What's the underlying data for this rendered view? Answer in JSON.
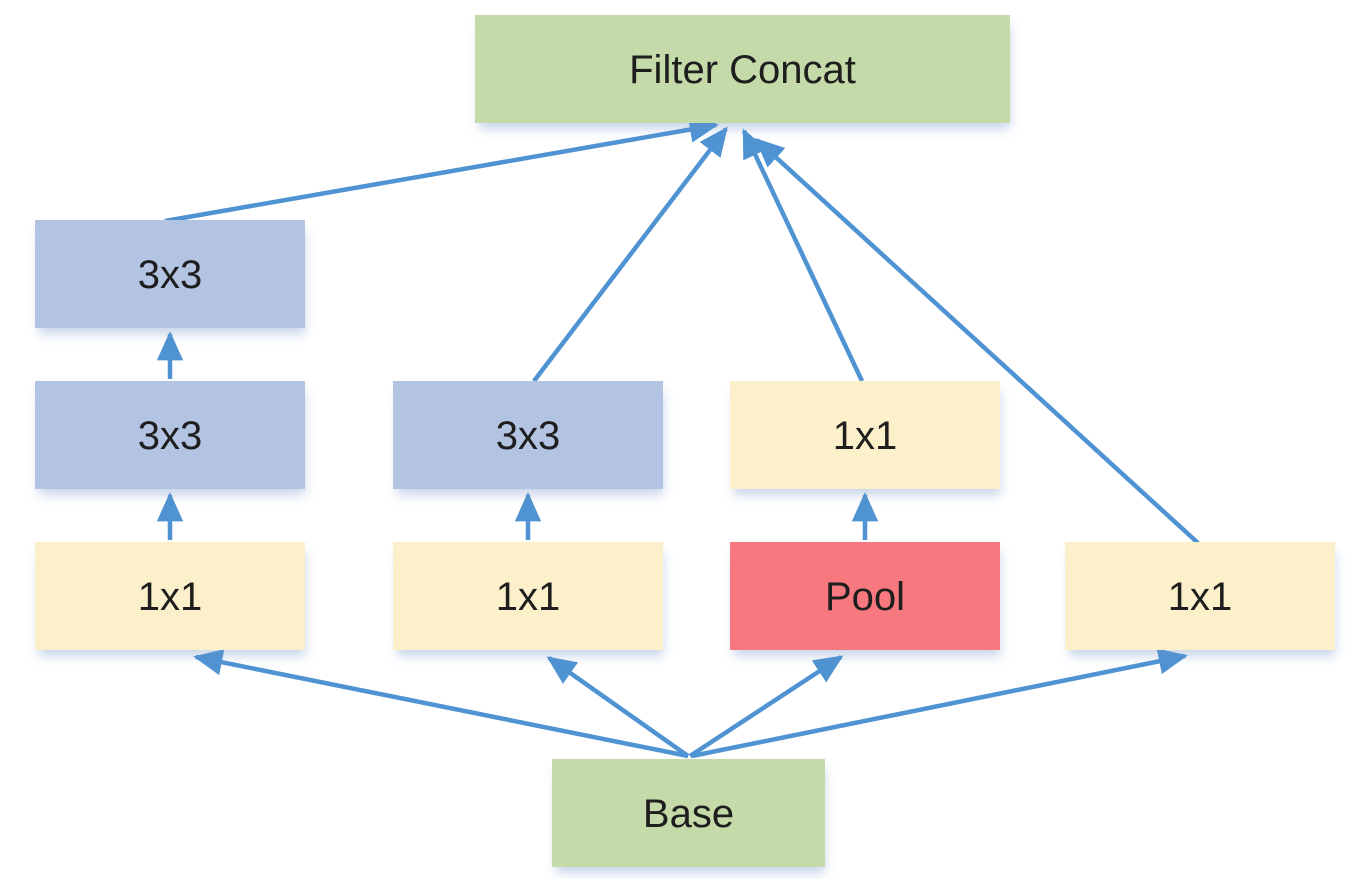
{
  "diagram": {
    "nodes": {
      "filter_concat": {
        "label": "Filter Concat",
        "color": "#c5daa9"
      },
      "branch1_3x3_top": {
        "label": "3x3",
        "color": "#b3c4e3"
      },
      "branch1_3x3_mid": {
        "label": "3x3",
        "color": "#b3c4e3"
      },
      "branch1_1x1": {
        "label": "1x1",
        "color": "#fcf0cb"
      },
      "branch2_3x3": {
        "label": "3x3",
        "color": "#b3c4e3"
      },
      "branch2_1x1": {
        "label": "1x1",
        "color": "#fcf0cb"
      },
      "branch3_1x1": {
        "label": "1x1",
        "color": "#fcf0cb"
      },
      "branch3_pool": {
        "label": "Pool",
        "color": "#f8787f"
      },
      "branch4_1x1": {
        "label": "1x1",
        "color": "#fcf0cb"
      },
      "base": {
        "label": "Base",
        "color": "#c5daa9"
      }
    },
    "edges": [
      {
        "from": "base",
        "to": "branch1_1x1"
      },
      {
        "from": "base",
        "to": "branch2_1x1"
      },
      {
        "from": "base",
        "to": "branch3_pool"
      },
      {
        "from": "base",
        "to": "branch4_1x1"
      },
      {
        "from": "branch1_1x1",
        "to": "branch1_3x3_mid"
      },
      {
        "from": "branch1_3x3_mid",
        "to": "branch1_3x3_top"
      },
      {
        "from": "branch2_1x1",
        "to": "branch2_3x3"
      },
      {
        "from": "branch3_pool",
        "to": "branch3_1x1"
      },
      {
        "from": "branch1_3x3_top",
        "to": "filter_concat"
      },
      {
        "from": "branch2_3x3",
        "to": "filter_concat"
      },
      {
        "from": "branch3_1x1",
        "to": "filter_concat"
      },
      {
        "from": "branch4_1x1",
        "to": "filter_concat"
      }
    ],
    "colors": {
      "arrow": "#4f93d3",
      "text": "#1e1e1e",
      "background": "#ffffff",
      "concat_green": "#c5daa9",
      "conv_blue": "#b3c4e3",
      "conv_yellow": "#fcf0cb",
      "pool_red": "#f8787f"
    }
  }
}
